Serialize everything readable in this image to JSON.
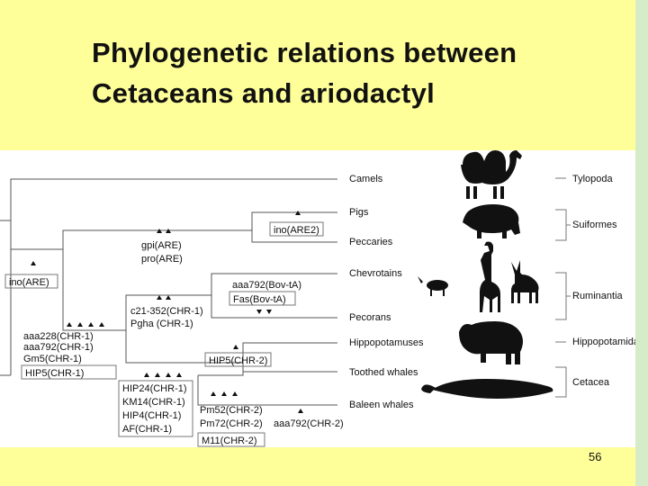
{
  "slide": {
    "title": "Phylogenetic relations between\nCetaceans and ariodactyl",
    "page_number": "56"
  },
  "colors": {
    "background": "#ffff99",
    "figure_background": "#ffffff",
    "right_stripe": "#d6ecc8",
    "tree_line": "#555555",
    "silhouette": "#111111"
  },
  "tree": {
    "taxa": [
      "Camels",
      "Pigs",
      "Peccaries",
      "Chevrotains",
      "Pecorans",
      "Hippopotamuses",
      "Toothed whales",
      "Baleen whales"
    ],
    "groups": [
      "Tylopoda",
      "Suiformes",
      "Ruminantia",
      "Hippopotamidae",
      "Cetacea"
    ],
    "markers": {
      "ino_ARE": "ino(ARE)",
      "ino_ARE2": "ino(ARE2)",
      "gpi_pro": [
        "gpi(ARE)",
        "pro(ARE)"
      ],
      "rumin": [
        "aaa792(Bov-tA)",
        "Fas(Bov-tA)"
      ],
      "c21": [
        "c21-352(CHR-1)",
        "Pgha (CHR-1)"
      ],
      "aaa228": [
        "aaa228(CHR-1)",
        "aaa792(CHR-1)",
        "Gm5(CHR-1)",
        "HIP5(CHR-1)"
      ],
      "hip5_chr2": "HIP5(CHR-2)",
      "hip24": [
        "HIP24(CHR-1)",
        "KM14(CHR-1)",
        "HIP4(CHR-1)",
        "AF(CHR-1)"
      ],
      "pm52": [
        "Pm52(CHR-2)",
        "Pm72(CHR-2)",
        "M11(CHR-2)"
      ],
      "aaa792_chr2": "aaa792(CHR-2)"
    },
    "silhouettes": [
      "camel-icon",
      "boar-icon",
      "chevrotain-icon",
      "giraffe-icon",
      "antelope-icon",
      "hippo-icon",
      "toothed-whale-icon",
      "baleen-whale-icon"
    ]
  }
}
